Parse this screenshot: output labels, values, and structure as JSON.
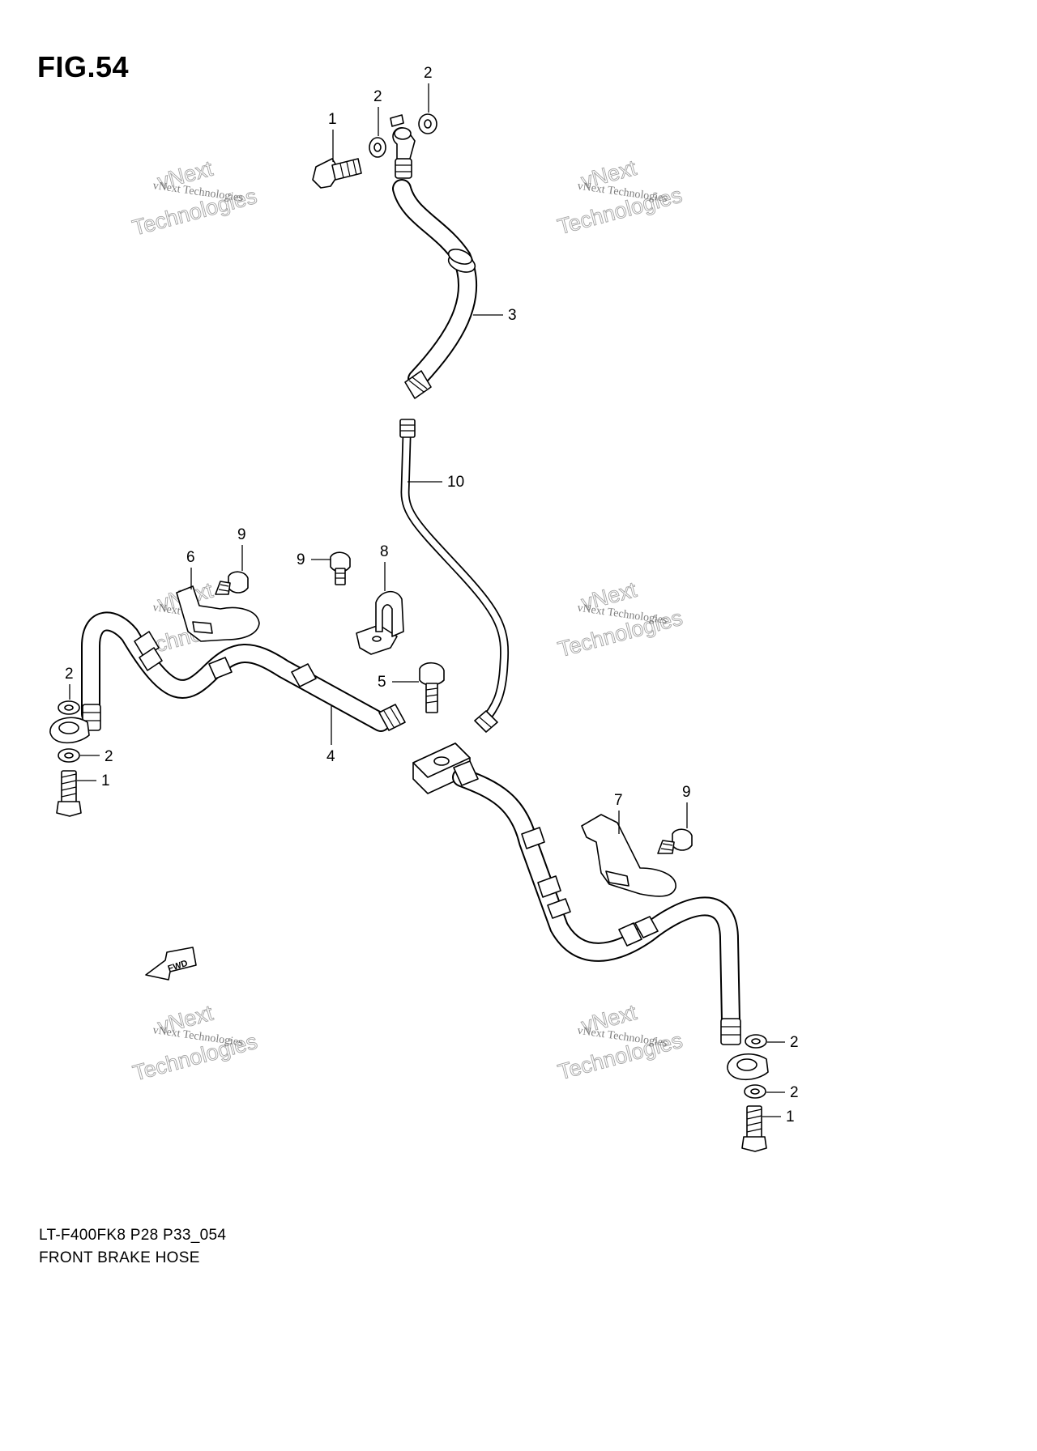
{
  "figure": {
    "title": "FIG.54",
    "model_code": "LT-F400FK8 P28 P33_054",
    "assembly_name": "FRONT BRAKE  HOSE"
  },
  "callouts": [
    "1",
    "2",
    "2",
    "3",
    "10",
    "9",
    "6",
    "9",
    "8",
    "2",
    "2",
    "1",
    "5",
    "4",
    "7",
    "9",
    "2",
    "2",
    "1"
  ],
  "watermark": {
    "small": "vNext Technologies",
    "big_1": "vNext",
    "big_2": "Technologies"
  },
  "fwd_label": "FWD"
}
